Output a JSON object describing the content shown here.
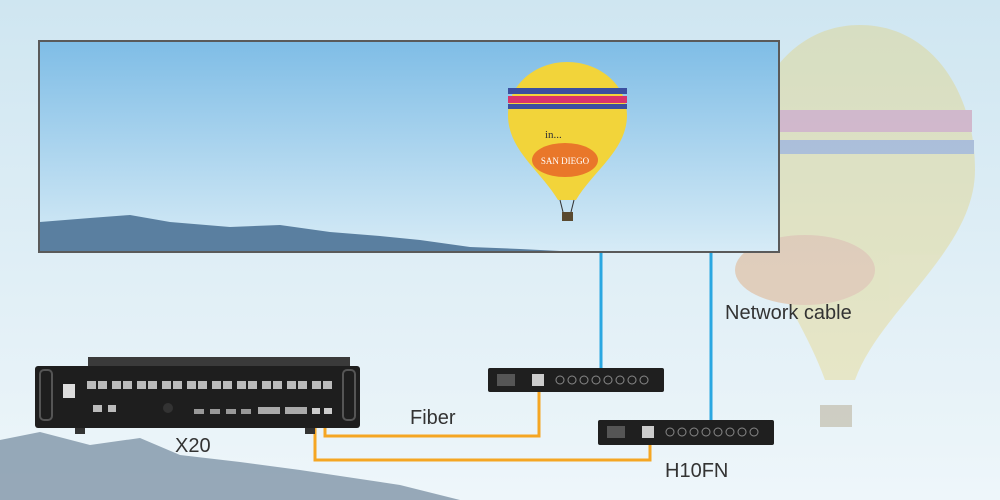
{
  "labels": {
    "network_cable": "Network cable",
    "fiber": "Fiber",
    "controller": "X20",
    "converter": "H10FN"
  },
  "balloon_text": {
    "line1": "in...",
    "line2": "SAN DIEGO"
  },
  "colors": {
    "network_cable": "#2aa7e1",
    "fiber_cable": "#f5a623",
    "screen_border": "#5a5a5a",
    "device_body": "#1e1e1e"
  }
}
